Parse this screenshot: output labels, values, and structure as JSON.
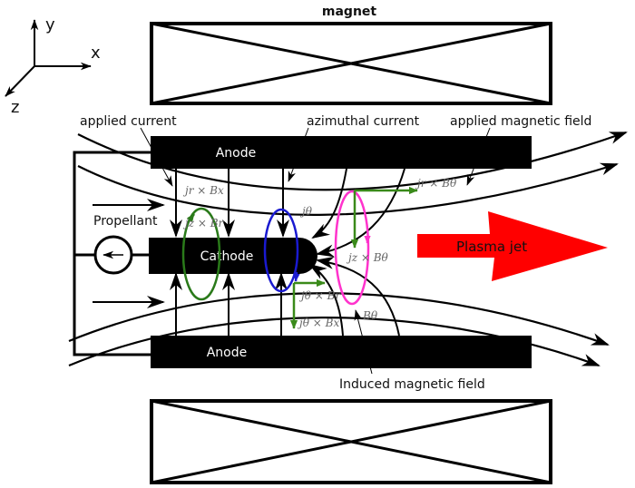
{
  "axes": {
    "x": "x",
    "y": "y",
    "z": "z"
  },
  "labels": {
    "magnet": "magnet",
    "applied_current": "applied current",
    "azimuthal_current": "azimuthal current",
    "applied_magnetic_field": "applied magnetic field",
    "anode_top": "Anode",
    "anode_bottom": "Anode",
    "cathode": "Cathode",
    "propellant": "Propellant",
    "plasma_jet": "Plasma jet",
    "induced_magnetic_field": "Induced magnetic field"
  },
  "math_labels": {
    "jr_x_Bx": "jr × Bx",
    "jz_x_Br": "jz × Br",
    "j_theta": "jθ",
    "jz_x_Btheta": "jz × Bθ",
    "jr_x_Btheta": "jr × Bθ",
    "jtheta_x_Br": "jθ × Br",
    "jtheta_x_Bx": "jθ × Bx",
    "B_theta": "Bθ"
  },
  "colors": {
    "structure": "#000000",
    "plasma_jet": "#ff0000",
    "radial_loop": "#2a7a1a",
    "azimuthal_loop": "#1a1ad0",
    "induced_field_loop": "#ff33cc",
    "force_arrows": "#3a8a1a"
  }
}
